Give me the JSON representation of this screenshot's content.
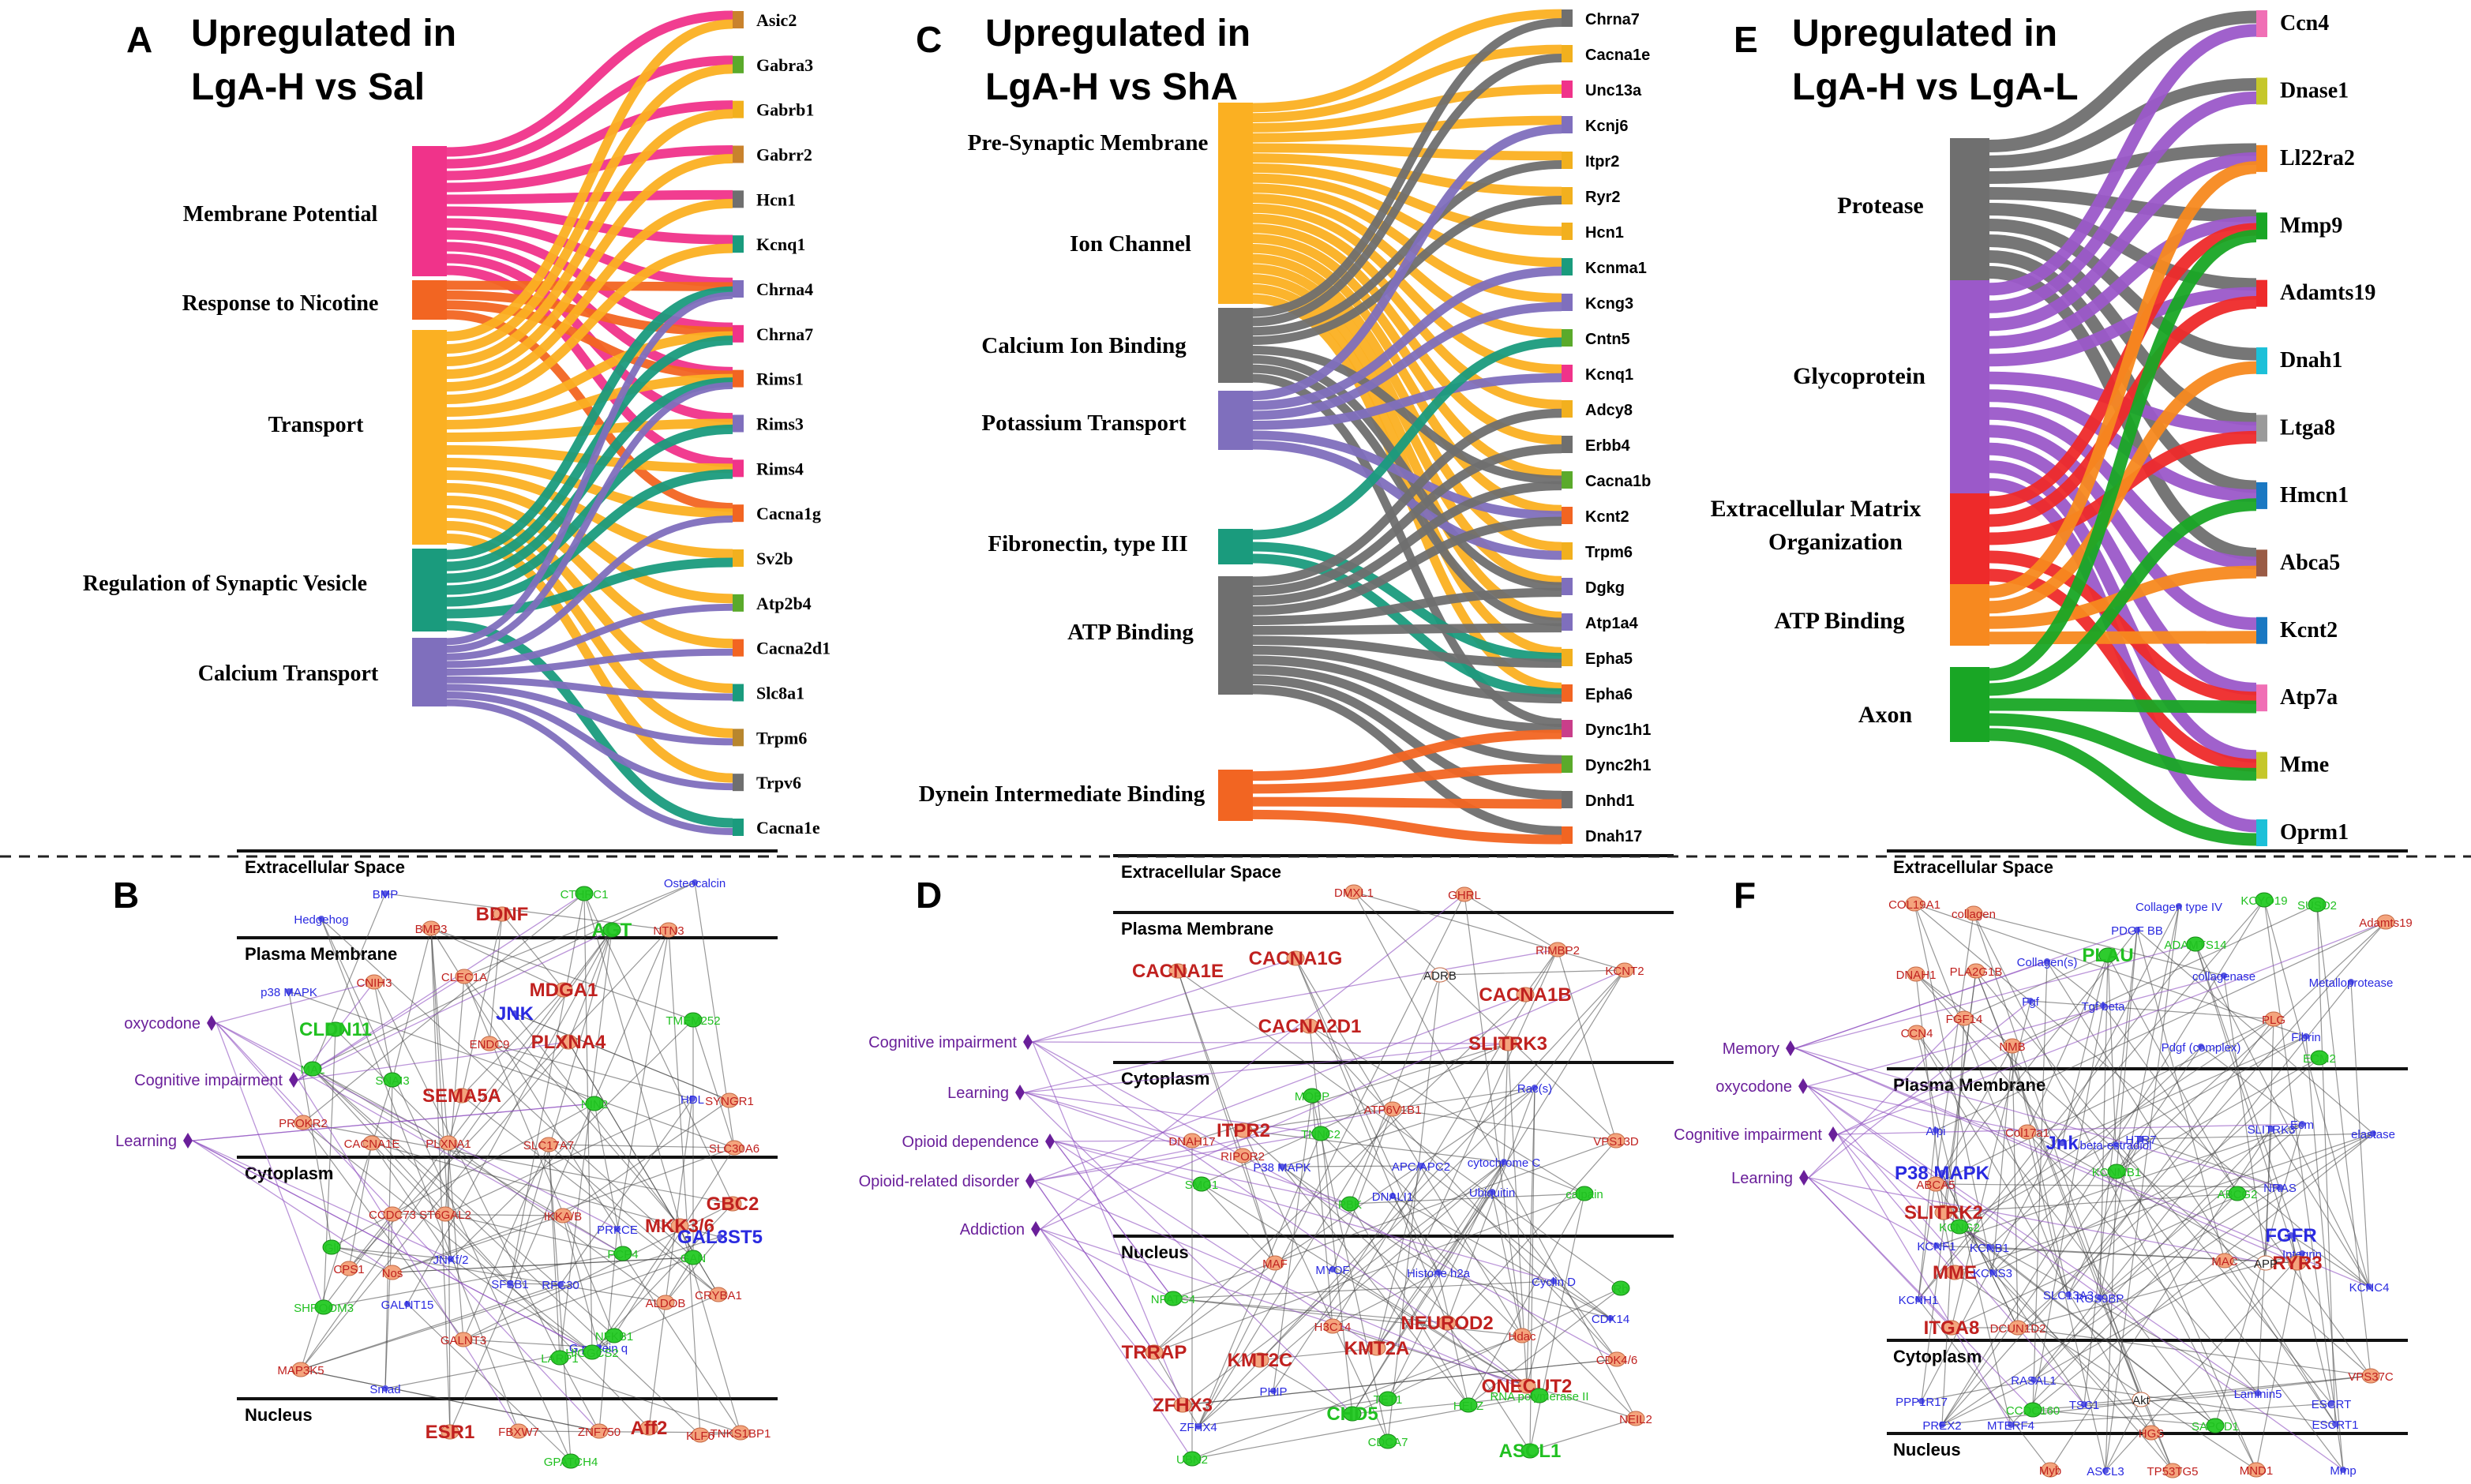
{
  "colors": {
    "pink": "#f0338a",
    "orangeRed": "#f26522",
    "gold": "#fbb022",
    "teal": "#1a9b7d",
    "lavender": "#7f6fbd",
    "gray": "#6f6f6f",
    "purple": "#9b59c9",
    "red": "#ee2a2a",
    "orange": "#f7891f",
    "green": "#19a625"
  },
  "panelA": {
    "letter": "A",
    "title1": "Upregulated in",
    "title2": "LgA-H vs Sal",
    "categories": [
      "Membrane Potential",
      "Response to Nicotine",
      "Transport",
      "Regulation of Synaptic Vesicle",
      "Calcium Transport"
    ],
    "genes": [
      "Asic2",
      "Gabra3",
      "Gabrb1",
      "Gabrr2",
      "Hcn1",
      "Kcnq1",
      "Chrna4",
      "Chrna7",
      "Rims1",
      "Rims3",
      "Rims4",
      "Cacna1g",
      "Sv2b",
      "Atp2b4",
      "Cacna2d1",
      "Slc8a1",
      "Trpm6",
      "Trpv6",
      "Cacna1e"
    ]
  },
  "panelC": {
    "letter": "C",
    "title1": "Upregulated in",
    "title2": "LgA-H vs ShA",
    "categories": [
      "Pre-Synaptic Membrane",
      "Ion Channel",
      "Calcium Ion Binding",
      "Potassium Transport",
      "Fibronectin, type III",
      "ATP Binding",
      "Dynein Intermediate Binding"
    ],
    "genes": [
      "Chrna7",
      "Cacna1e",
      "Unc13a",
      "Kcnj6",
      "Itpr2",
      "Ryr2",
      "Hcn1",
      "Kcnma1",
      "Kcng3",
      "Cntn5",
      "Kcnq1",
      "Adcy8",
      "Erbb4",
      "Cacna1b",
      "Kcnt2",
      "Trpm6",
      "Dgkg",
      "Atp1a4",
      "Epha5",
      "Epha6",
      "Dync1h1",
      "Dync2h1",
      "Dnhd1",
      "Dnah17"
    ]
  },
  "panelE": {
    "letter": "E",
    "title1": "Upregulated in",
    "title2": "LgA-H vs LgA-L",
    "categories": [
      "Protease",
      "Glycoprotein",
      "Extracellular Matrix",
      "Organization",
      "ATP Binding",
      "Axon"
    ],
    "genes": [
      "Ccn4",
      "Dnase1",
      "Ll22ra2",
      "Mmp9",
      "Adamts19",
      "Dnah1",
      "Ltga8",
      "Hmcn1",
      "Abca5",
      "Kcnt2",
      "Atp7a",
      "Mme",
      "Oprm1"
    ]
  },
  "panelB": {
    "letter": "B",
    "compartments": [
      "Extracellular Space",
      "Plasma Membrane",
      "Cytoplasm",
      "Nucleus"
    ],
    "functions": [
      "oxycodone",
      "Cognitive impairment",
      "Learning"
    ],
    "nodes": [
      "Hedgehog",
      "BMP",
      "BMP3",
      "BDNF",
      "CTHRC1",
      "AGT",
      "NTN3",
      "Osteocalcin",
      "p38 MAPK",
      "CNIH3",
      "CLEC1A",
      "MDGA1",
      "JNK",
      "TMEM252",
      "CLDN11",
      "SNAI3",
      "ENDC9",
      "PLXNA4",
      "MAL",
      "SEMA5A",
      "PROKR2",
      "CACNA1E",
      "PLXNA1",
      "SLC17A7",
      "NIN2",
      "HDL",
      "SYNGR1",
      "SLC30A6",
      "CCDC73",
      "ST6GAL2",
      "IKKA/B",
      "PRKCE",
      "MKK3/6",
      "GAL3ST5",
      "GBC2",
      "Gli",
      "JNKf/2",
      "SFSB1",
      "PCP4",
      "GAN",
      "CPS1",
      "Nos",
      "GALNT15",
      "G protein q",
      "SHROOM3",
      "RFC30",
      "GALNT3",
      "NFKB1",
      "HIGGCS2",
      "LARP1",
      "ALDOB",
      "MAP3K5",
      "CRYBA1",
      "Smad",
      "ESR1",
      "FBXW7",
      "ZNF750",
      "Aff2",
      "KLF6",
      "TNKS1BP1",
      "GPATCH4"
    ]
  },
  "panelD": {
    "letter": "D",
    "compartments": [
      "Extracellular Space",
      "Plasma Membrane",
      "Cytoplasm",
      "Nucleus"
    ],
    "functions": [
      "Cognitive impairment",
      "Learning",
      "Opioid dependence",
      "Opioid-related disorder",
      "Addiction"
    ],
    "nodes": [
      "DMXL1",
      "GHRL",
      "CACNA1E",
      "CACNA1G",
      "ADRB",
      "RIMBP2",
      "KCNT2",
      "CACNA1B",
      "CACNA2D1",
      "SLITRK3",
      "MOBP",
      "ITPR2",
      "ATP6V1B1",
      "RIPOR2",
      "TNNC2",
      "P38 MAPK",
      "APC/APC2",
      "Rac(s)",
      "cytochrome C",
      "DNAH17",
      "VPS13D",
      "SMG1",
      "PBK",
      "DNALI1",
      "Ubiquitin",
      "calpain",
      "MAF",
      "MYOF",
      "Histone h2a",
      "Cyclin D",
      "Rb",
      "NFATC4",
      "H3C14",
      "NEUROD2",
      "CDK14",
      "Hdac",
      "TRRAP",
      "KMT2C",
      "KMT2A",
      "CDK4/6",
      "ONECUT2",
      "ZFHX3",
      "PHIP",
      "ZFHX4",
      "CHD5",
      "TET1",
      "HELZ",
      "RNA polymerase II",
      "NEIL2",
      "UBN2",
      "CDCA7",
      "ASCL1"
    ]
  },
  "panelF": {
    "letter": "F",
    "compartments": [
      "Extracellular Space",
      "Plasma Membrane",
      "Cytoplasm",
      "Nucleus"
    ],
    "functions": [
      "Memory",
      "oxycodone",
      "Cognitive impairment",
      "Learning"
    ],
    "nodes": [
      "COL19A1",
      "collagen",
      "PDGF BB",
      "Collagen type IV",
      "KCYO19",
      "SUSD2",
      "Adamts19",
      "DNAH1",
      "PLA2G1B",
      "Collagen(s)",
      "PLAU",
      "ADAMTS14",
      "collagenase",
      "Metalloprotease",
      "Fgf",
      "CCN4",
      "FGF14",
      "NMB",
      "Tgf beta",
      "Pdgf (complex)",
      "PLG",
      "Fibrin",
      "ECM2",
      "Alpi",
      "HTR7",
      "Col17a1",
      "Jnk",
      "P38 MAPK",
      "KCNMB1",
      "beta-estradiol",
      "Ecm",
      "elastase",
      "ABCA5",
      "SLITRK3",
      "NRAS",
      "SLITRK2",
      "KCNG2",
      "ABCG2",
      "FGFR",
      "Integrin",
      "KCNF1",
      "KCNB1",
      "RYR3",
      "MME",
      "KCNS3",
      "SLC13A3",
      "MAC",
      "APP",
      "KCNC4",
      "KCNH1",
      "ITGA8",
      "DCUN1D2",
      "RGS9BP",
      "RASAL1",
      "Akt",
      "CCDC160",
      "VPS37C",
      "PPP1R17",
      "TSC1",
      "Laminin5",
      "ESCRT",
      "PREX2",
      "MTERF4",
      "HGS",
      "SAPCD1",
      "ESCRT1",
      "Myb",
      "ASCL3",
      "TP53TG5",
      "MND1",
      "Mmp"
    ]
  }
}
